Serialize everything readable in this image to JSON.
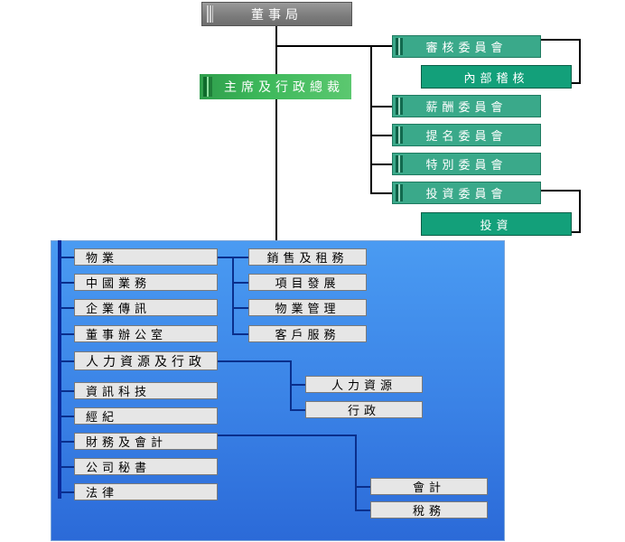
{
  "board": "董事局",
  "president": "主席及行政總裁",
  "committees": [
    {
      "label": "審核委員會",
      "sub": "內部稽核"
    },
    {
      "label": "薪酬委員會"
    },
    {
      "label": "提名委員會"
    },
    {
      "label": "特別委員會"
    },
    {
      "label": "投資委員會",
      "sub": "投資"
    }
  ],
  "departments": [
    "物業",
    "中國業務",
    "企業傳訊",
    "董事辦公室",
    "人力資源及行政",
    "資訊科技",
    "經紀",
    "財務及會計",
    "公司秘書",
    "法律"
  ],
  "property_units": [
    "銷售及租務",
    "項目發展",
    "物業管理",
    "客戶服務"
  ],
  "hr_units": [
    "人力資源",
    "行政"
  ],
  "finance_units": [
    "會計",
    "稅務"
  ],
  "colors": {
    "board": "#7d7d7d",
    "president": "#3cb85a",
    "committee": "#3aa98a",
    "panel": "#3a82e6",
    "connector_blue": "#0a2f8c"
  }
}
